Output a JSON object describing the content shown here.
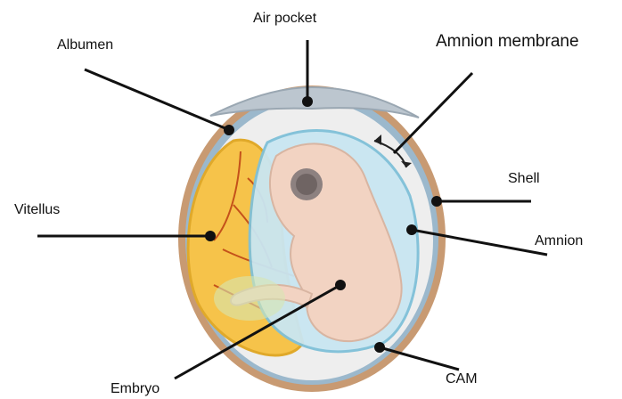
{
  "labels": {
    "air_pocket": "Air pocket",
    "albumen": "Albumen",
    "amnion_membrane": "Amnion membrane",
    "shell": "Shell",
    "vitellus": "Vitellus",
    "amnion": "Amnion",
    "embryo": "Embryo",
    "cam": "CAM"
  },
  "colors": {
    "shell": "#c89a72",
    "cam": "#9bb8cc",
    "albumen": "#eeeeee",
    "air_pocket": "#bcc6cf",
    "yolk": "#f6c34a",
    "yolk_vessels": "#c4511a",
    "amnion": "#c9e6f2",
    "embryo": "#f2d3c2",
    "leader_line": "#111111"
  }
}
